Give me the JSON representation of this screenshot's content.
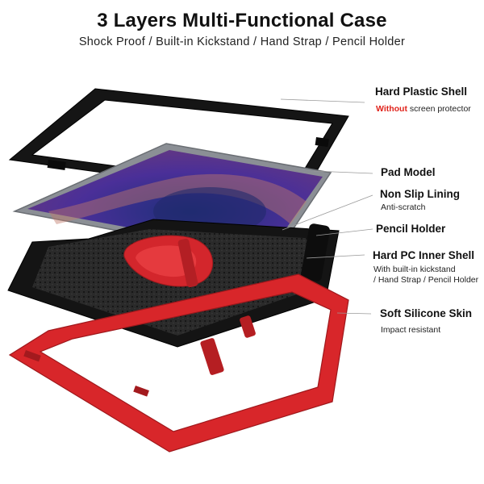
{
  "header": {
    "title": "3 Layers Multi-Functional Case",
    "subtitle": "Shock Proof / Built-in Kickstand / Hand Strap / Pencil Holder"
  },
  "labels": {
    "hard_plastic_shell": {
      "title": "Hard Plastic Shell",
      "sub_highlight": "Without",
      "sub_rest": "screen protector"
    },
    "pad_model": {
      "title": "Pad Model"
    },
    "non_slip_lining": {
      "title": "Non Slip Lining",
      "sub": "Anti-scratch"
    },
    "pencil_holder": {
      "title": "Pencil Holder"
    },
    "hard_pc_inner_shell": {
      "title": "Hard PC Inner Shell",
      "sub_line1": "With built-in kickstand",
      "sub_line2": "/ Hand Strap / Pencil Holder"
    },
    "soft_silicone_skin": {
      "title": "Soft Silicone Skin",
      "sub": "Impact resistant"
    }
  },
  "colors": {
    "shell_black": "#1a1a1a",
    "silicone_red": "#d8262a",
    "highlight_red": "#e0231b",
    "leader_line": "#9a9a9a",
    "screen_purple": "#3b2c8a"
  }
}
